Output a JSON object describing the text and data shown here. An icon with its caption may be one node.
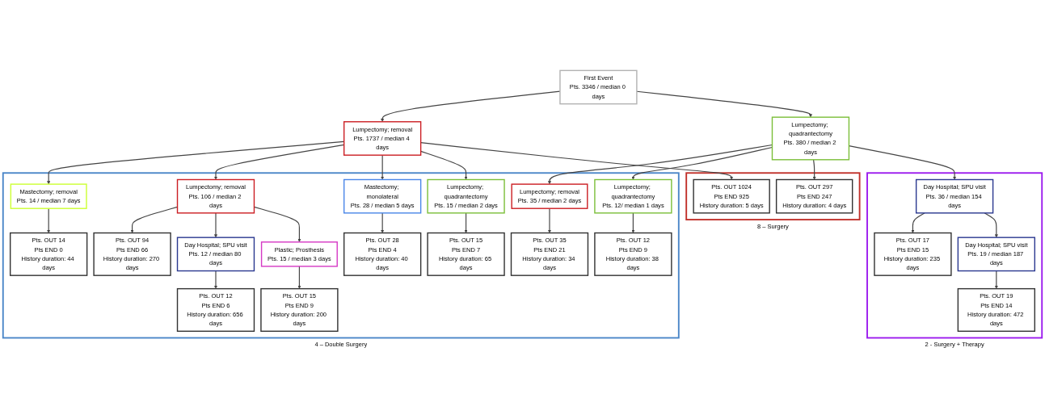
{
  "diagram": {
    "nodes": [
      {
        "text": [
          "First Event",
          "Pts. 3346 / median 0 days"
        ]
      },
      {
        "text": [
          "Lumpectomy; removal",
          "Pts. 1737 / median 4 days"
        ]
      },
      {
        "text": [
          "Lumpectomy; quadrantectomy",
          "Pts. 380 / median 2 days"
        ]
      },
      {
        "text": [
          "4 – Double Surgery"
        ]
      },
      {
        "text": [
          "Mastectomy; removal",
          "Pts. 14 / median 7 days"
        ],
        "in": 3
      },
      {
        "text": [
          "Lumpectomy; removal",
          "Pts. 106 / median 2 days"
        ],
        "in": 3
      },
      {
        "text": [
          "Mastectomy; monolateral",
          "Pts. 28 / median 5 days"
        ],
        "in": 3
      },
      {
        "text": [
          "Lumpectomy; quadrantectomy",
          "Pts. 15 / median 2 days"
        ],
        "in": 3
      },
      {
        "text": [
          "Lumpectomy; removal",
          "Pts. 35 / median 2 days"
        ],
        "in": 3
      },
      {
        "text": [
          "Lumpectomy; quadrantectomy",
          "Pts. 12/ median 1 days"
        ],
        "in": 3
      },
      {
        "text": [
          "Pts. OUT 14",
          "Pts END 0",
          "History duration: 44 days"
        ],
        "in": 3
      },
      {
        "text": [
          "Pts. OUT 94",
          "Pts END 66",
          "History duration: 270 days"
        ],
        "in": 3
      },
      {
        "text": [
          "Day Hospital; SPU visit",
          "Pts. 12 / median 80 days"
        ],
        "in": 3
      },
      {
        "text": [
          "Plastic; Prosthesis",
          "Pts. 15 / median 3 days"
        ],
        "in": 3
      },
      {
        "text": [
          "Pts. OUT 28",
          "Pts END 4",
          "History duration: 40 days"
        ],
        "in": 3
      },
      {
        "text": [
          "Pts. OUT 15",
          "Pts END 7",
          "History duration: 65 days"
        ],
        "in": 3
      },
      {
        "text": [
          "Pts. OUT 35",
          "Pts END 21",
          "History duration: 34 days"
        ],
        "in": 3
      },
      {
        "text": [
          "Pts. OUT 12",
          "Pts END 9",
          "History duration: 38 days"
        ],
        "in": 3
      },
      {
        "text": [
          "Pts. OUT 12",
          "Pts END 6",
          "History duration: 656 days"
        ],
        "in": 3
      },
      {
        "text": [
          "Pts. OUT 15",
          "Pts END 9",
          "History duration: 200 days"
        ],
        "in": 3
      },
      {
        "text": [
          "8 – Surgery"
        ]
      },
      {
        "text": [
          "Pts. OUT 1024",
          "Pts END 925",
          "History duration: 5 days"
        ],
        "in": 20
      },
      {
        "text": [
          "Pts. OUT 297",
          "Pts END 247",
          "History duration: 4 days"
        ],
        "in": 20
      },
      {
        "text": [
          "2 - Surgery + Therapy"
        ]
      },
      {
        "text": [
          "Day Hospital; SPU visit",
          "Pts. 36 / median 154 days"
        ],
        "in": 23
      },
      {
        "text": [
          "Pts. OUT 17",
          "Pts END 15",
          "History duration: 235 days"
        ],
        "in": 23
      },
      {
        "text": [
          "Day Hospital; SPU visit",
          "Pts. 19 / median 187 days"
        ],
        "in": 23
      },
      {
        "text": [
          "Pts. OUT 19",
          "Pts END 14",
          "History duration: 472 days"
        ],
        "in": 23
      }
    ],
    "edges": [
      {
        "from": 0,
        "to": 1,
        "arrow": "to"
      },
      {
        "from": 0,
        "to": 2,
        "arrow": "to"
      },
      {
        "from": 1,
        "to": 4,
        "arrow": "to"
      },
      {
        "from": 1,
        "to": 5,
        "arrow": "to"
      },
      {
        "from": 1,
        "to": 6,
        "arrow": "to"
      },
      {
        "from": 1,
        "to": 7,
        "arrow": "to"
      },
      {
        "from": 1,
        "to": 21,
        "arrow": "to"
      },
      {
        "from": 2,
        "to": 8,
        "arrow": "to"
      },
      {
        "from": 2,
        "to": 9,
        "arrow": "to"
      },
      {
        "from": 2,
        "to": 22,
        "arrow": "to"
      },
      {
        "from": 2,
        "to": 24,
        "arrow": "to"
      },
      {
        "from": 4,
        "to": 10,
        "arrow": "to"
      },
      {
        "from": 5,
        "to": 11,
        "arrow": "to"
      },
      {
        "from": 5,
        "to": 12,
        "arrow": "to"
      },
      {
        "from": 5,
        "to": 13,
        "arrow": "to"
      },
      {
        "from": 6,
        "to": 14,
        "arrow": "to"
      },
      {
        "from": 7,
        "to": 15,
        "arrow": "to"
      },
      {
        "from": 8,
        "to": 16,
        "arrow": "to"
      },
      {
        "from": 9,
        "to": 17,
        "arrow": "to"
      },
      {
        "from": 12,
        "to": 18,
        "arrow": "to"
      },
      {
        "from": 13,
        "to": 19,
        "arrow": "to"
      },
      {
        "from": 24,
        "to": 25,
        "arrow": "to"
      },
      {
        "from": 24,
        "to": 26,
        "arrow": "to"
      },
      {
        "from": 26,
        "to": 27,
        "arrow": "to"
      }
    ]
  }
}
